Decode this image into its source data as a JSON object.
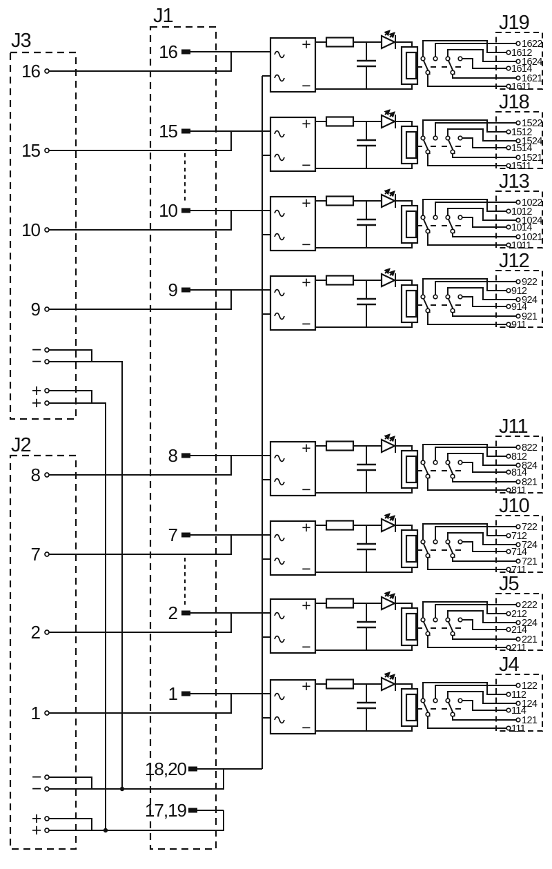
{
  "diagram": {
    "colors": {
      "ink": "#111111",
      "paper": "#ffffff"
    },
    "j3": {
      "label": "J3",
      "power_pins": [
        "−",
        "−",
        "+",
        "+"
      ]
    },
    "j2": {
      "label": "J2",
      "power_pins": [
        "−",
        "−",
        "+",
        "+"
      ]
    },
    "j1": {
      "label": "J1",
      "bus_pins": [
        {
          "label": "18,20"
        },
        {
          "label": "17,19"
        }
      ]
    },
    "symbols": {
      "plus": "+",
      "minus": "−"
    },
    "modules": [
      {
        "signal_pin": "16",
        "connector": "J19",
        "pins": [
          "1622",
          "1612",
          "1624",
          "1614",
          "1621",
          "1611"
        ]
      },
      {
        "signal_pin": "15",
        "connector": "J18",
        "pins": [
          "1522",
          "1512",
          "1524",
          "1514",
          "1521",
          "1511"
        ]
      },
      {
        "signal_pin": "10",
        "connector": "J13",
        "pins": [
          "1022",
          "1012",
          "1024",
          "1014",
          "1021",
          "1011"
        ]
      },
      {
        "signal_pin": "9",
        "connector": "J12",
        "pins": [
          "922",
          "912",
          "924",
          "914",
          "921",
          "911"
        ]
      },
      {
        "signal_pin": "8",
        "connector": "J11",
        "pins": [
          "822",
          "812",
          "824",
          "814",
          "821",
          "811"
        ]
      },
      {
        "signal_pin": "7",
        "connector": "J10",
        "pins": [
          "722",
          "712",
          "724",
          "714",
          "721",
          "711"
        ]
      },
      {
        "signal_pin": "2",
        "connector": "J5",
        "pins": [
          "222",
          "212",
          "224",
          "214",
          "221",
          "211"
        ]
      },
      {
        "signal_pin": "1",
        "connector": "J4",
        "pins": [
          "122",
          "112",
          "124",
          "114",
          "121",
          "111"
        ]
      }
    ]
  }
}
